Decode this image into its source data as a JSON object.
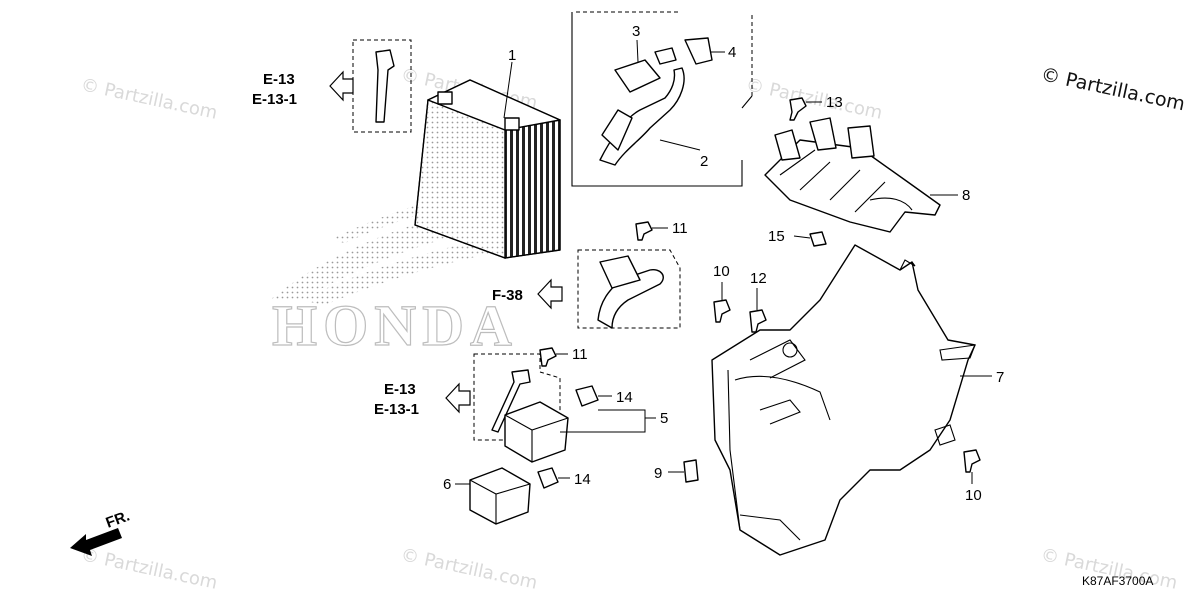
{
  "copyright": "© Partzilla.com",
  "watermark": "© Partzilla.com",
  "brand_mark": "HONDA",
  "diagram_code": "K87AF3700A",
  "front_indicator": "FR.",
  "callouts": [
    "1",
    "2",
    "3",
    "4",
    "5",
    "6",
    "7",
    "8",
    "9",
    "10",
    "10",
    "11",
    "11",
    "12",
    "13",
    "14",
    "14",
    "15"
  ],
  "refs": {
    "top_a": "E-13",
    "top_b": "E-13-1",
    "mid": "F-38",
    "low_a": "E-13",
    "low_b": "E-13-1"
  },
  "icons": [
    "fr-arrow-icon",
    "ref-arrow-icon"
  ]
}
